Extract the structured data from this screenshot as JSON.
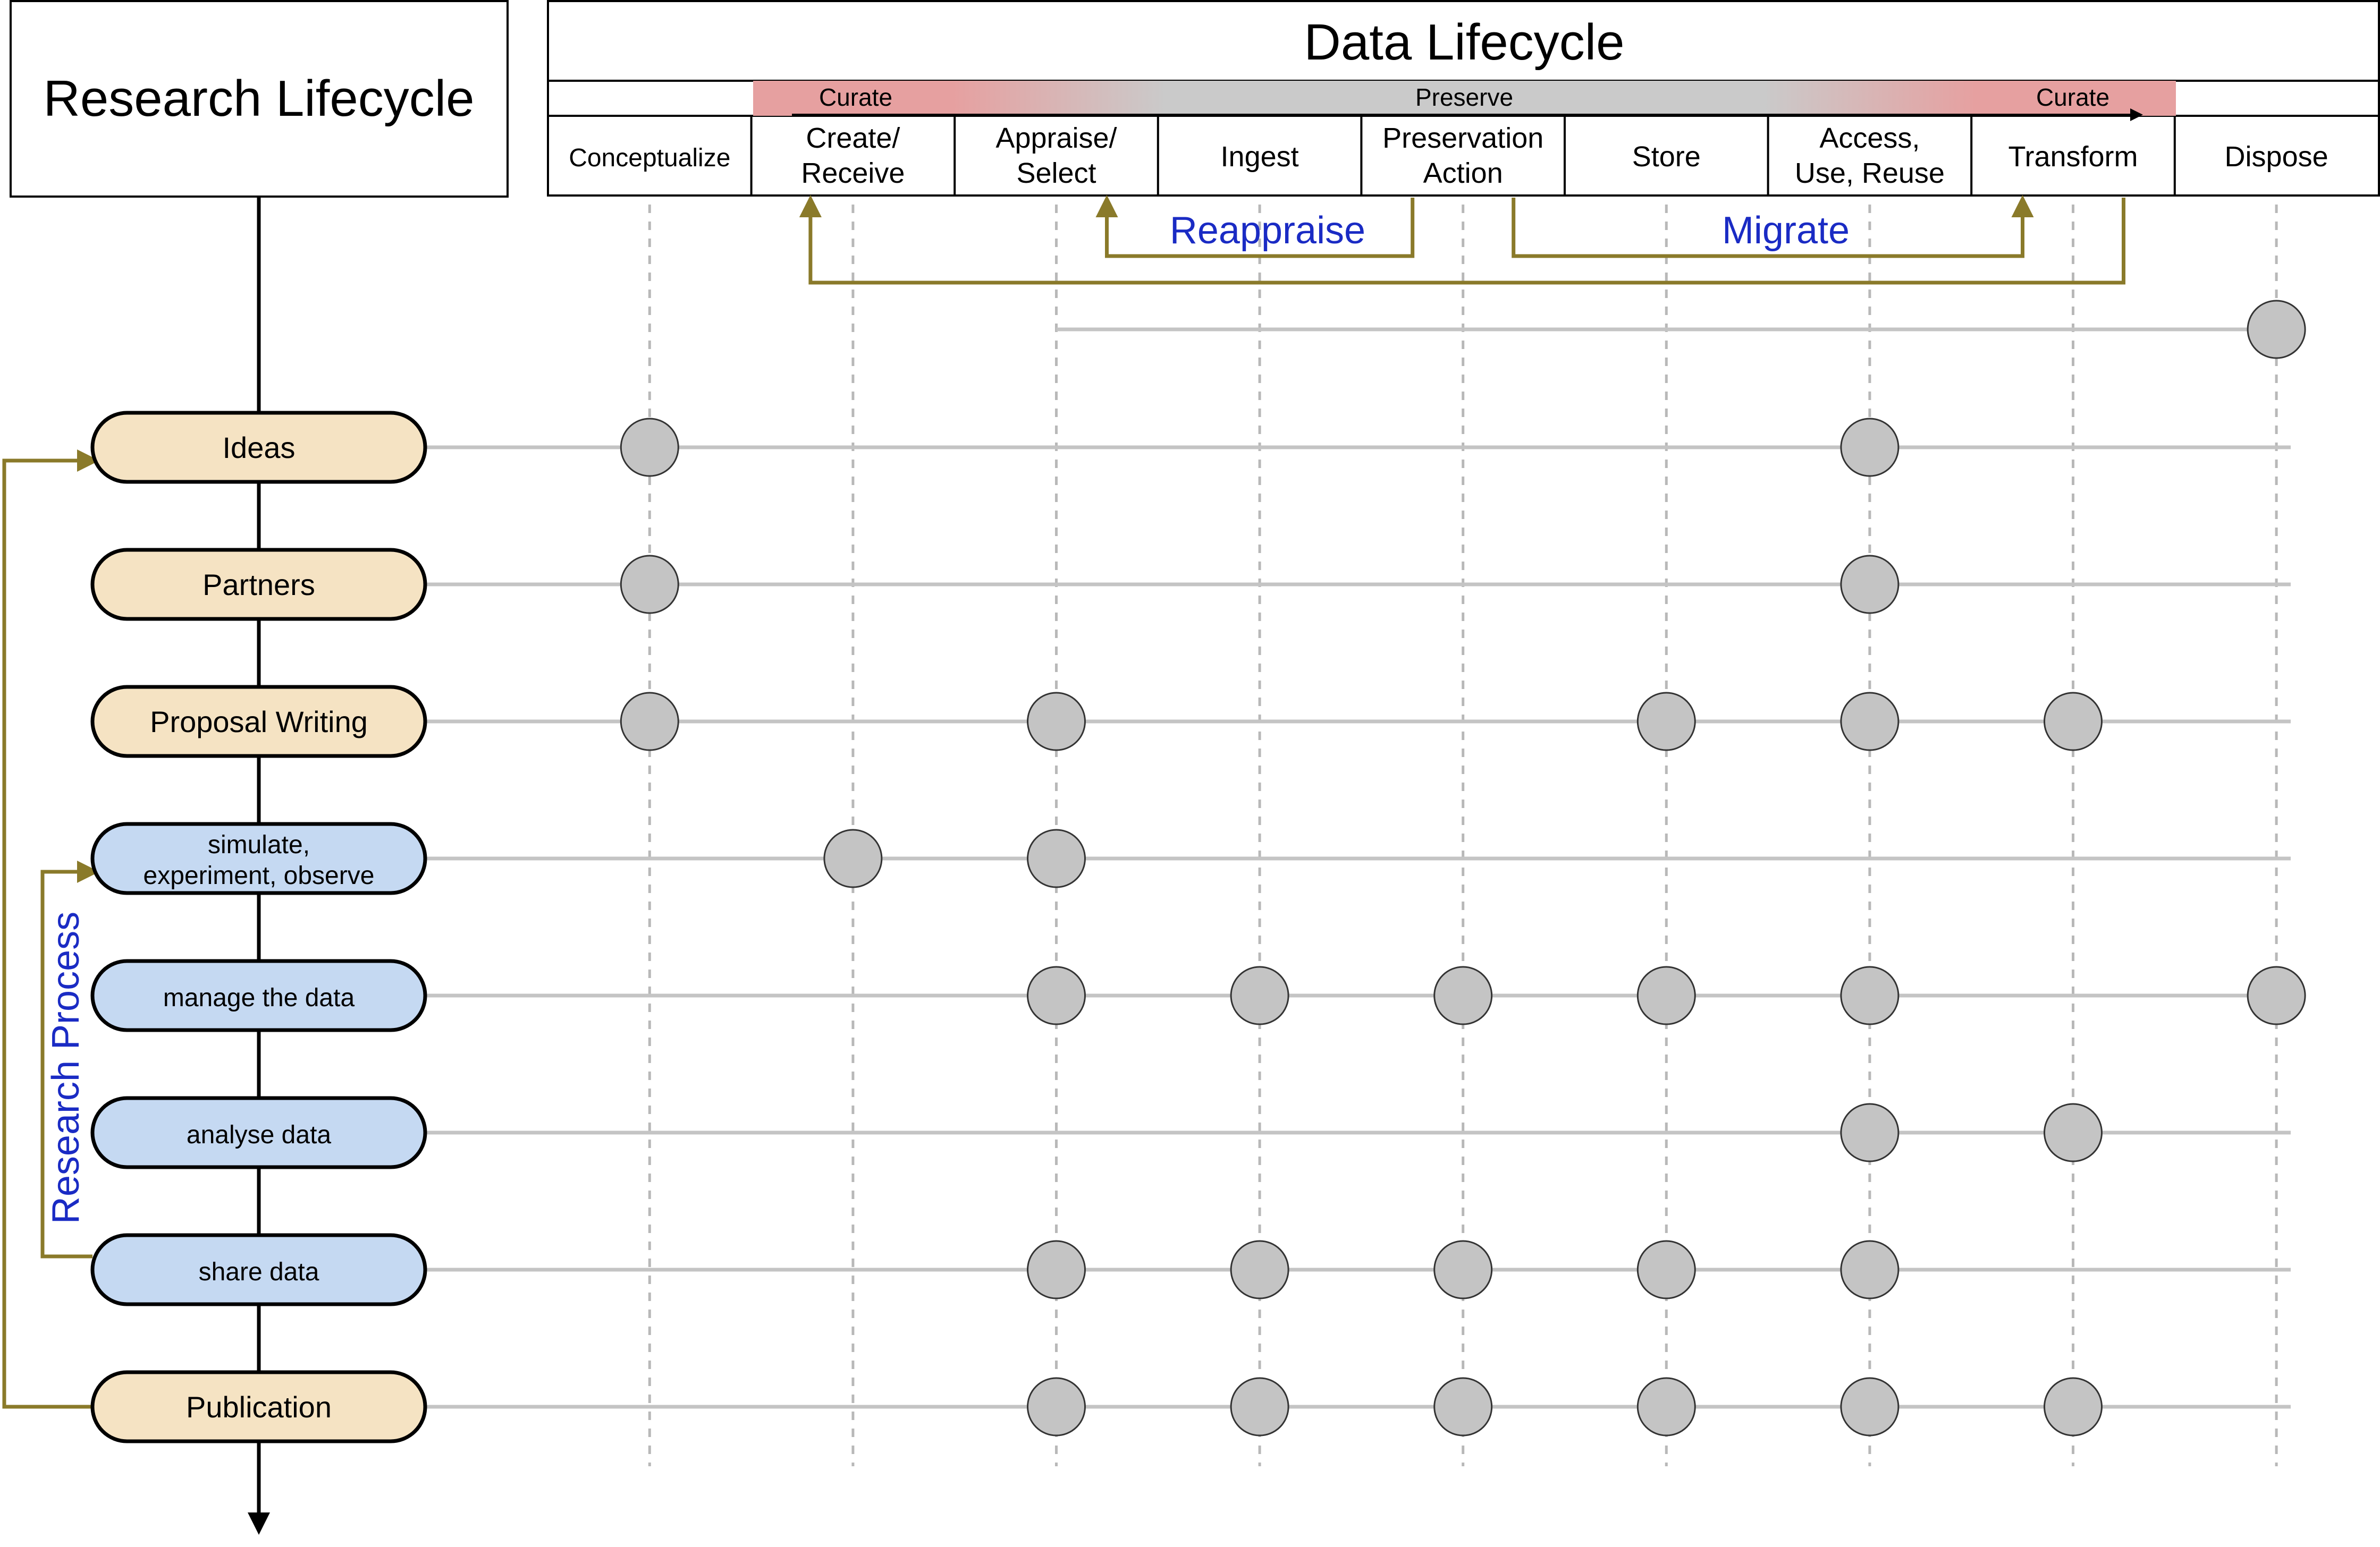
{
  "research_title": "Research Lifecycle",
  "data_title": "Data Lifecycle",
  "bands": {
    "curate_left": "Curate",
    "preserve": "Preserve",
    "curate_right": "Curate"
  },
  "phases": [
    {
      "id": "conceptualize",
      "lines": [
        "Conceptualize"
      ]
    },
    {
      "id": "create",
      "lines": [
        "Create/",
        "Receive"
      ]
    },
    {
      "id": "appraise",
      "lines": [
        "Appraise/",
        "Select"
      ]
    },
    {
      "id": "ingest",
      "lines": [
        "Ingest"
      ]
    },
    {
      "id": "preservation",
      "lines": [
        "Preservation",
        "Action"
      ]
    },
    {
      "id": "store",
      "lines": [
        "Store"
      ]
    },
    {
      "id": "access",
      "lines": [
        "Access,",
        "Use, Reuse"
      ]
    },
    {
      "id": "transform",
      "lines": [
        "Transform"
      ]
    },
    {
      "id": "dispose",
      "lines": [
        "Dispose"
      ]
    }
  ],
  "loops": {
    "reappraise": "Reappraise",
    "migrate": "Migrate",
    "research_process": "Research Process"
  },
  "stages": [
    {
      "id": "ideas",
      "lines": [
        "Ideas"
      ],
      "kind": "planning",
      "dots": [
        "conceptualize",
        "access"
      ]
    },
    {
      "id": "partners",
      "lines": [
        "Partners"
      ],
      "kind": "planning",
      "dots": [
        "conceptualize",
        "access"
      ]
    },
    {
      "id": "proposal",
      "lines": [
        "Proposal Writing"
      ],
      "kind": "planning",
      "dots": [
        "conceptualize",
        "appraise",
        "store",
        "access",
        "transform"
      ]
    },
    {
      "id": "simulate",
      "lines": [
        "simulate,",
        "experiment, observe"
      ],
      "kind": "process",
      "dots": [
        "create",
        "appraise"
      ]
    },
    {
      "id": "manage",
      "lines": [
        "manage the data"
      ],
      "kind": "process",
      "dots": [
        "appraise",
        "ingest",
        "preservation",
        "store",
        "access",
        "dispose"
      ]
    },
    {
      "id": "analyse",
      "lines": [
        "analyse data"
      ],
      "kind": "process",
      "dots": [
        "access",
        "transform"
      ]
    },
    {
      "id": "share",
      "lines": [
        "share data"
      ],
      "kind": "process",
      "dots": [
        "appraise",
        "ingest",
        "preservation",
        "store",
        "access"
      ]
    },
    {
      "id": "publication",
      "lines": [
        "Publication"
      ],
      "kind": "planning",
      "dots": [
        "appraise",
        "ingest",
        "preservation",
        "store",
        "access",
        "transform"
      ]
    }
  ],
  "top_row_dots": [
    "dispose"
  ],
  "colors": {
    "planning_fill": "#f5e3c3",
    "process_fill": "#c5d9f2",
    "curate_band": "#e6a0a0",
    "preserve_band": "#cacaca",
    "loop_arrow": "#8a7a2a",
    "loop_label": "#1a2bc4",
    "dot_fill": "#c4c4c4"
  }
}
